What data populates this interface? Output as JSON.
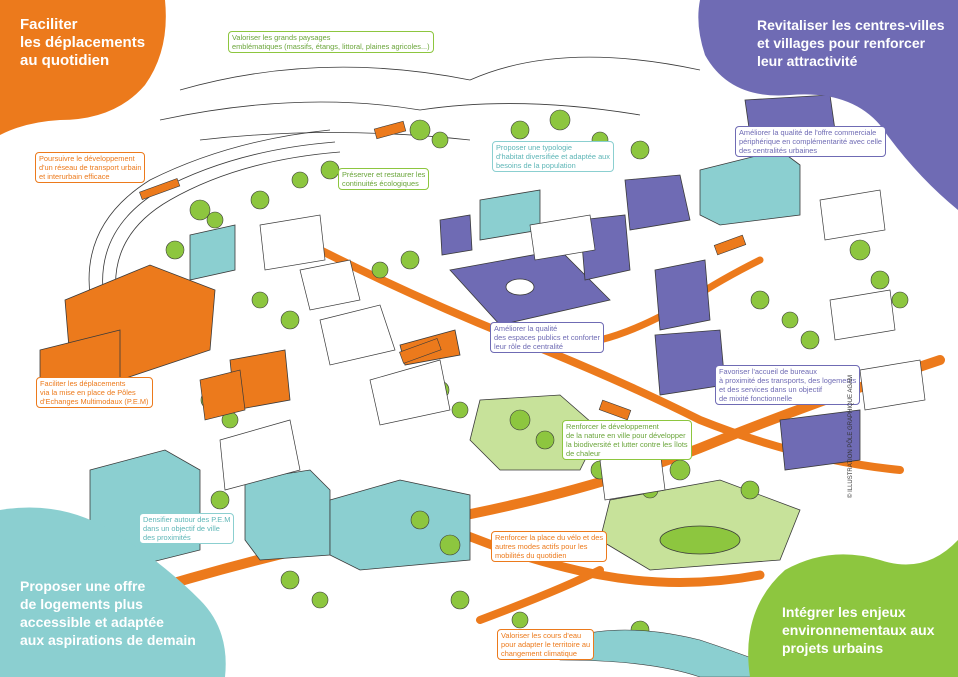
{
  "colors": {
    "orange": "#ec7a1c",
    "purple": "#6f6bb4",
    "teal": "#8bcfd0",
    "green": "#8dc63f",
    "line": "#3a3a3a"
  },
  "corners": {
    "top_left": "Faciliter\nles déplacements\nau quotidien",
    "top_right": "Revitaliser les centres-villes\net villages pour renforcer\nleur attractivité",
    "bottom_left": "Proposer une offre\nde logements plus\naccessible et adaptée\naux aspirations de demain",
    "bottom_right": "Intégrer les enjeux\nenvironnementaux aux\nprojets urbains"
  },
  "callouts": {
    "paysages": "Valoriser les grands paysages\nemblématiques (massifs, étangs, littoral, plaines agricoles...)",
    "transport": "Poursuivre le développement\nd'un réseau de transport urbain\net interurbain efficace",
    "habitat": "Proposer une typologie\nd'habitat diversifiée et adaptée aux\nbesoins de la population",
    "continuites": "Préserver et restaurer les\ncontinuités écologiques",
    "commerce": "Améliorer la qualité de l'offre commerciale\npériphérique en complémentarité avec celle\ndes centralités urbaines",
    "espaces_publics": "Améliorer la qualité\ndes espaces publics et conforter\nleur rôle de centralité",
    "bureaux": "Favoriser l'accueil de bureaux\nà proximité des transports, des logements\net des services dans un objectif\nde mixité fonctionnelle",
    "pem": "Faciliter les déplacements\nvia la mise en place de Pôles\nd'Echanges Multimodaux (P.E.M)",
    "nature": "Renforcer le développement\nde la nature en ville pour développer\nla biodiversité et lutter contre les îlots\nde chaleur",
    "densifier": "Densifier autour des P.E.M\ndans un objectif de ville\ndes proximités",
    "velo": "Renforcer la place du vélo et des\nautres modes actifs pour les\nmobilités du quotidien",
    "cours_eau": "Valoriser les cours d'eau\npour adapter le territoire au\nchangement climatique"
  },
  "credit": "© ILLUSTRATION PÔLE GRAPHIQUE AGAM"
}
